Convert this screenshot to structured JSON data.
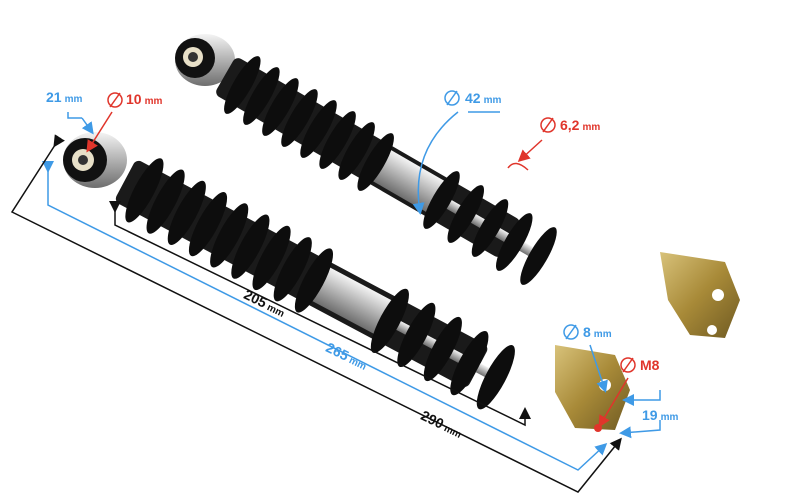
{
  "colors": {
    "spring": "#0d0d0d",
    "chrome": "#c9c9c9",
    "brass": "#b89a3e",
    "dim_blue": "#3f9ae6",
    "dim_red": "#e0352b",
    "dim_black": "#111111"
  },
  "dimensions": {
    "eye_width": {
      "value": "21",
      "unit": "mm"
    },
    "eye_bore": {
      "value": "10",
      "unit": "mm"
    },
    "spring_diameter": {
      "value": "42",
      "unit": "mm"
    },
    "wire_diameter": {
      "value": "6,2",
      "unit": "mm"
    },
    "fork_slot": {
      "value": "8",
      "unit": "mm"
    },
    "fork_thread": {
      "value": "M8",
      "unit": ""
    },
    "fork_width": {
      "value": "19",
      "unit": "mm"
    },
    "spring_length": {
      "value": "205",
      "unit": "mm"
    },
    "eye_to_fork": {
      "value": "265",
      "unit": "mm"
    },
    "overall_length": {
      "value": "290",
      "unit": "mm"
    }
  }
}
